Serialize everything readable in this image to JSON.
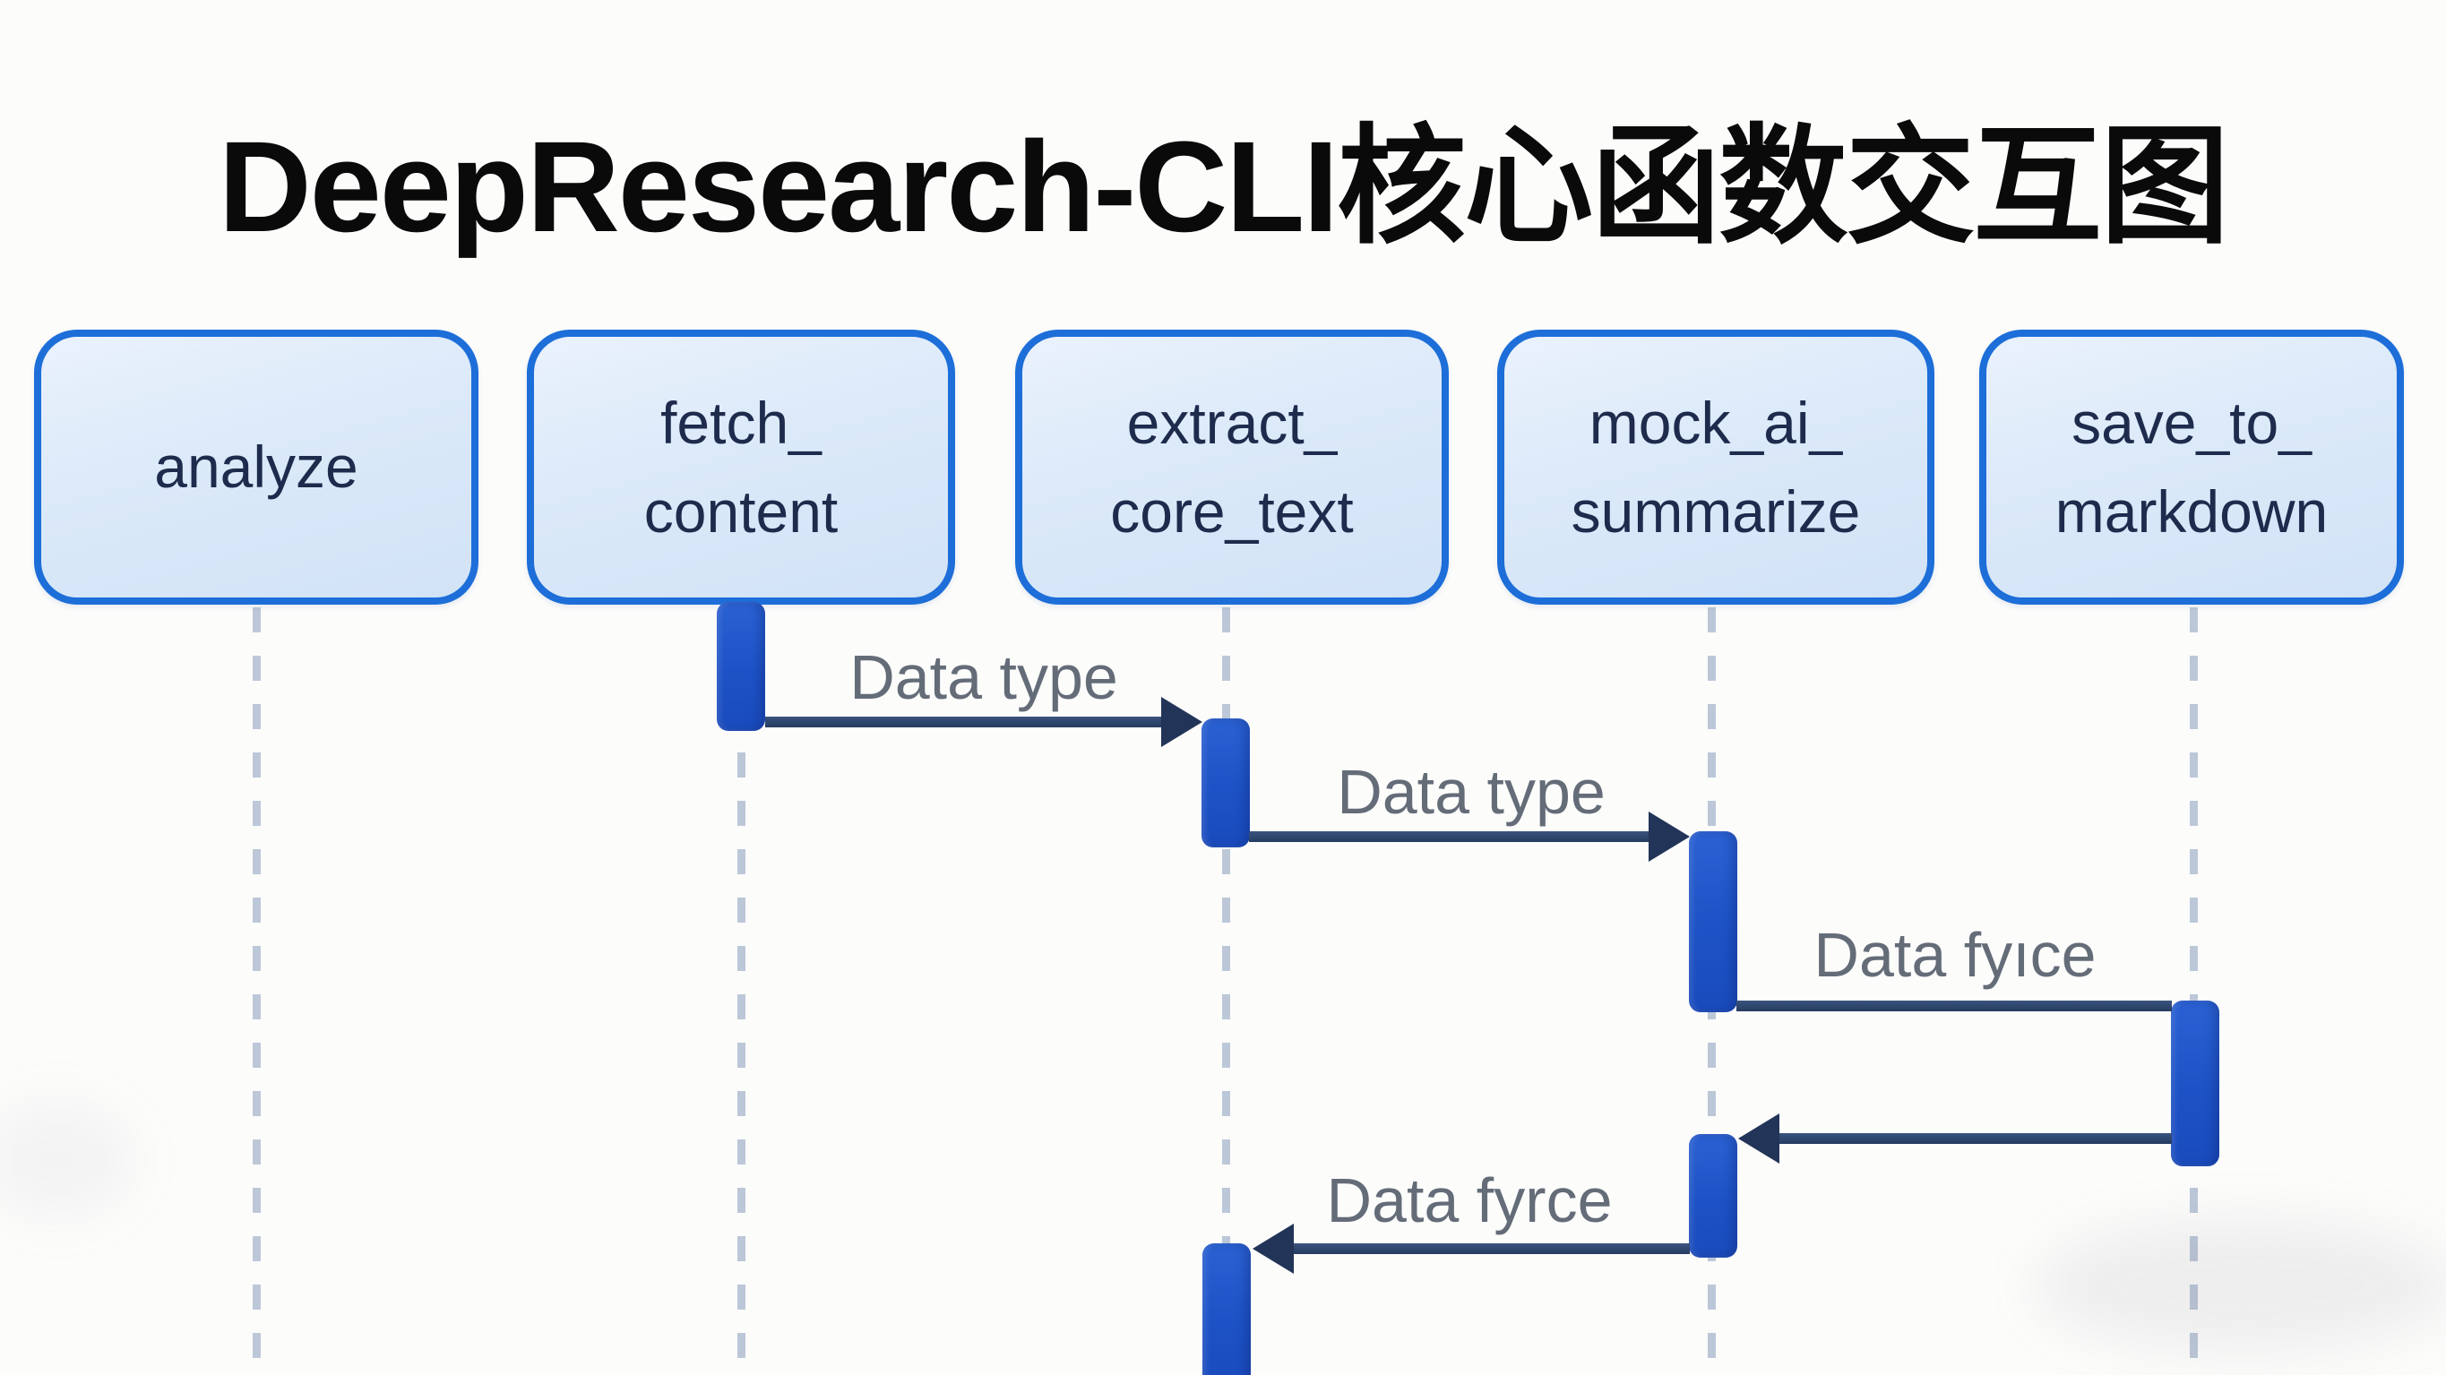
{
  "title": "DeepResearch-CLI核心函数交互图",
  "diagram_type": "sequence-diagram",
  "participants": [
    {
      "name": "analyze",
      "lines": [
        "analyze"
      ]
    },
    {
      "name": "fetch_content",
      "lines": [
        "fetch_",
        "content"
      ]
    },
    {
      "name": "extract_core_text",
      "lines": [
        "extract_",
        "core_text"
      ]
    },
    {
      "name": "mock_ai_summarize",
      "lines": [
        "mock_ai_",
        "summarize"
      ]
    },
    {
      "name": "save_to_markdown",
      "lines": [
        "save_to_",
        "markdown"
      ]
    }
  ],
  "messages": [
    {
      "label": "Data type",
      "from": "fetch_content",
      "to": "extract_core_text",
      "direction": "right",
      "arrowhead": true
    },
    {
      "label": "Data type",
      "from": "extract_core_text",
      "to": "mock_ai_summarize",
      "direction": "right",
      "arrowhead": true
    },
    {
      "label": "Data fyıce",
      "from": "mock_ai_summarize",
      "to": "save_to_markdown",
      "direction": "right",
      "arrowhead": false
    },
    {
      "label": "",
      "from": "save_to_markdown",
      "to": "mock_ai_summarize",
      "direction": "left",
      "arrowhead": true
    },
    {
      "label": "Data fyrce",
      "from": "mock_ai_summarize",
      "to": "extract_core_text",
      "direction": "left",
      "arrowhead": true
    }
  ],
  "colors": {
    "background": "#fcfcfb",
    "title_text": "#0a0a0a",
    "participant_border": "#1d6ed8",
    "participant_fill": "#dbe9f9",
    "participant_text": "#1e2b4c",
    "activation_bar": "#1d52c6",
    "arrow": "#253a60",
    "message_label": "#646c78",
    "lifeline_dash": "#bcc7d8"
  }
}
